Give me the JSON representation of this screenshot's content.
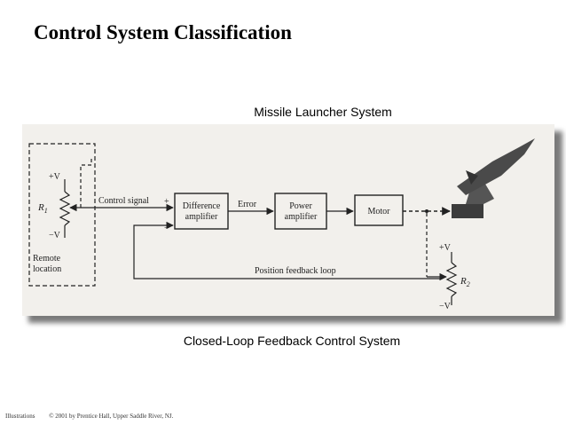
{
  "slide": {
    "title": "Control System Classification",
    "subtitle": "Missile Launcher System",
    "caption": "Closed-Loop Feedback Control System",
    "footer_left": "Illustrations",
    "footer_right": "© 2001 by Prentice Hall, Upper Saddle River, NJ."
  },
  "diagram": {
    "remote_plus": "+V",
    "remote_r": "R",
    "remote_r_sub": "1",
    "remote_minus": "−V",
    "remote_label_1": "Remote",
    "remote_label_2": "location",
    "control_signal": "Control signal",
    "plus_sign": "+",
    "minus_sign": "−",
    "diff_amp_1": "Difference",
    "diff_amp_2": "amplifier",
    "error": "Error",
    "power_amp_1": "Power",
    "power_amp_2": "amplifier",
    "motor": "Motor",
    "feedback_loop": "Position feedback loop",
    "fb_plus": "+V",
    "fb_r": "R",
    "fb_r_sub": "2",
    "fb_minus": "−V"
  }
}
